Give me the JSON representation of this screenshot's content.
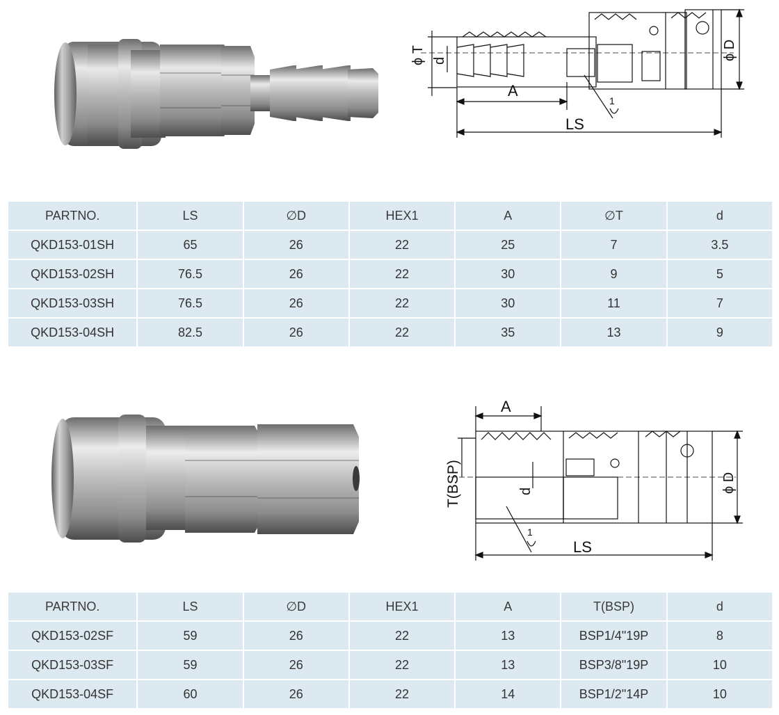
{
  "sections": [
    {
      "drawing_labels": {
        "phi_t": "ϕ T",
        "d": "d",
        "a": "A",
        "ls": "LS",
        "phi_d": "ϕ D",
        "hex1_mark": "1"
      },
      "columns": [
        "PARTNO.",
        "LS",
        "∅D",
        "HEX1",
        "A",
        "∅T",
        "d"
      ],
      "rows": [
        [
          "QKD153-01SH",
          "65",
          "26",
          "22",
          "25",
          "7",
          "3.5"
        ],
        [
          "QKD153-02SH",
          "76.5",
          "26",
          "22",
          "30",
          "9",
          "5"
        ],
        [
          "QKD153-03SH",
          "76.5",
          "26",
          "22",
          "30",
          "11",
          "7"
        ],
        [
          "QKD153-04SH",
          "82.5",
          "26",
          "22",
          "35",
          "13",
          "9"
        ]
      ]
    },
    {
      "drawing_labels": {
        "t_bsp": "T(BSP)",
        "d": "d",
        "a": "A",
        "ls": "LS",
        "phi_d": "ϕ D",
        "hex1_mark": "1"
      },
      "columns": [
        "PARTNO.",
        "LS",
        "∅D",
        "HEX1",
        "A",
        "T(BSP)",
        "d"
      ],
      "rows": [
        [
          "QKD153-02SF",
          "59",
          "26",
          "22",
          "13",
          "BSP1/4\"19P",
          "8"
        ],
        [
          "QKD153-03SF",
          "59",
          "26",
          "22",
          "13",
          "BSP3/8\"19P",
          "10"
        ],
        [
          "QKD153-04SF",
          "60",
          "26",
          "22",
          "14",
          "BSP1/2\"14P",
          "10"
        ]
      ]
    }
  ]
}
